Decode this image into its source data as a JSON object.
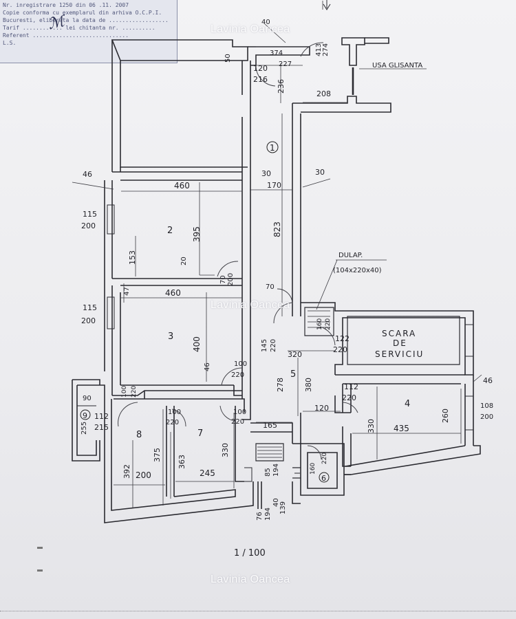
{
  "stamp": {
    "lines": [
      "Nr. inregistrare  1250  din  06 .11. 2007",
      "Copie conforma cu exemplarul din arhiva O.C.P.I.",
      "Bucuresti, eliberata la data de ..................",
      "Tarif ............ lei chitanta nr. ..........",
      "Referent .............................",
      "L.S."
    ]
  },
  "watermarks": [
    "Lavinia Oancea",
    "Lavinia Oancea",
    "Lavinia Oancea"
  ],
  "rooms": [
    {
      "id": "1",
      "label": "1"
    },
    {
      "id": "2",
      "label": "2"
    },
    {
      "id": "3",
      "label": "3"
    },
    {
      "id": "4",
      "label": "4"
    },
    {
      "id": "5",
      "label": "5"
    },
    {
      "id": "6",
      "label": "6"
    },
    {
      "id": "7",
      "label": "7"
    },
    {
      "id": "8",
      "label": "8"
    },
    {
      "id": "9",
      "label": "9"
    }
  ],
  "notes": {
    "usa": "USA GLISANTA",
    "dulap": "DULAP.",
    "dulap_dim": "(104x220x40)",
    "scara_1": "SCARA",
    "scara_2": "DE",
    "scara_3": "SERVICIU",
    "north": "↓"
  },
  "dims": [
    "40",
    "374",
    "227",
    "413",
    "274",
    "50",
    "120",
    "216",
    "236",
    "208",
    "46",
    "30",
    "30",
    "460",
    "170",
    "115",
    "200",
    "395",
    "823",
    "153",
    "20",
    "70",
    "200",
    "47",
    "460",
    "70",
    "115",
    "200",
    "160",
    "220",
    "145",
    "220",
    "122",
    "220",
    "400",
    "46",
    "100",
    "220",
    "320",
    "278",
    "380",
    "112",
    "220",
    "46",
    "108",
    "200",
    "435",
    "330",
    "260",
    "90",
    "100",
    "220",
    "100",
    "220",
    "100",
    "220",
    "112",
    "215",
    "255",
    "120",
    "165",
    "375",
    "392",
    "200",
    "363",
    "245",
    "330",
    "85",
    "194",
    "160",
    "220",
    "76",
    "194",
    "40",
    "139"
  ],
  "scale_mark": "1 / 100"
}
